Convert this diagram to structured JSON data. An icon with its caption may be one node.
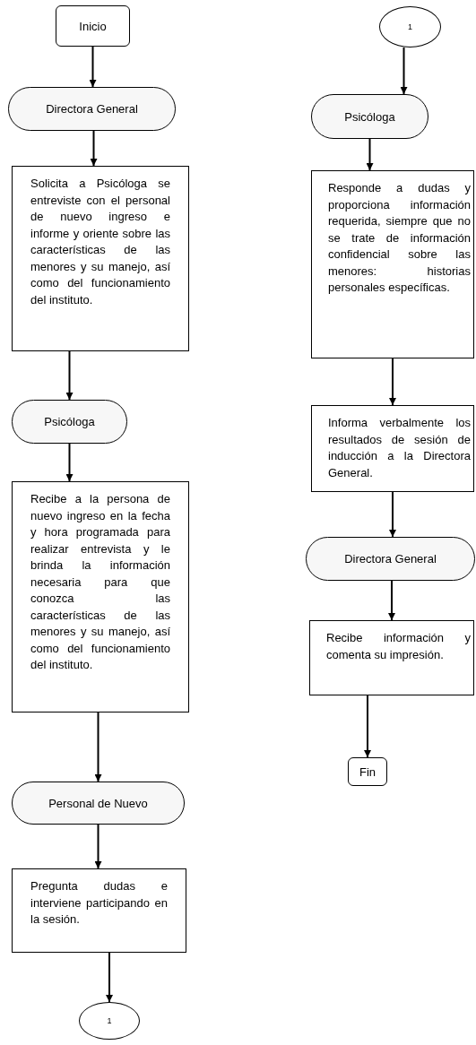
{
  "diagram": {
    "nodes": [
      {
        "text": [
          "Inicio"
        ]
      },
      {
        "text": [
          "Directora General"
        ]
      },
      {
        "text": [
          "Solicita a Psicóloga se entreviste con el personal de nuevo ingreso e informe y oriente sobre las características de las menores y su manejo, así como del funcionamiento del instituto."
        ]
      },
      {
        "text": [
          "Psicóloga"
        ]
      },
      {
        "text": [
          "Recibe a la persona de nuevo ingreso en la fecha y hora programada para realizar entrevista y le brinda la información necesaria para que conozca las características de las menores y su manejo, así como del funcionamiento del instituto."
        ]
      },
      {
        "text": [
          "Personal de Nuevo"
        ]
      },
      {
        "text": [
          "Pregunta dudas e interviene participando en la sesión."
        ]
      },
      {
        "text": [
          "1"
        ]
      },
      {
        "text": [
          "1"
        ]
      },
      {
        "text": [
          "Psicóloga"
        ]
      },
      {
        "text": [
          "Responde a dudas y proporciona información requerida, siempre que no se trate de información confidencial sobre las menores: historias personales específicas."
        ]
      },
      {
        "text": [
          "Informa verbalmente los resultados de sesión de inducción a la Directora General."
        ]
      },
      {
        "text": [
          "Directora General"
        ]
      },
      {
        "text": [
          "Recibe información y comenta su impresión."
        ]
      },
      {
        "text": [
          "Fin"
        ]
      }
    ],
    "edges": [
      {
        "from": 0,
        "to": 1,
        "arrow": "to"
      },
      {
        "from": 1,
        "to": 2,
        "arrow": "to"
      },
      {
        "from": 2,
        "to": 3,
        "arrow": "to"
      },
      {
        "from": 3,
        "to": 4,
        "arrow": "to"
      },
      {
        "from": 4,
        "to": 5,
        "arrow": "to"
      },
      {
        "from": 5,
        "to": 6,
        "arrow": "to"
      },
      {
        "from": 6,
        "to": 7,
        "arrow": "to"
      },
      {
        "from": 8,
        "to": 9,
        "arrow": "to"
      },
      {
        "from": 9,
        "to": 10,
        "arrow": "to"
      },
      {
        "from": 10,
        "to": 11,
        "arrow": "to"
      },
      {
        "from": 11,
        "to": 12,
        "arrow": "to"
      },
      {
        "from": 12,
        "to": 13,
        "arrow": "to"
      },
      {
        "from": 13,
        "to": 14,
        "arrow": "to"
      }
    ]
  }
}
